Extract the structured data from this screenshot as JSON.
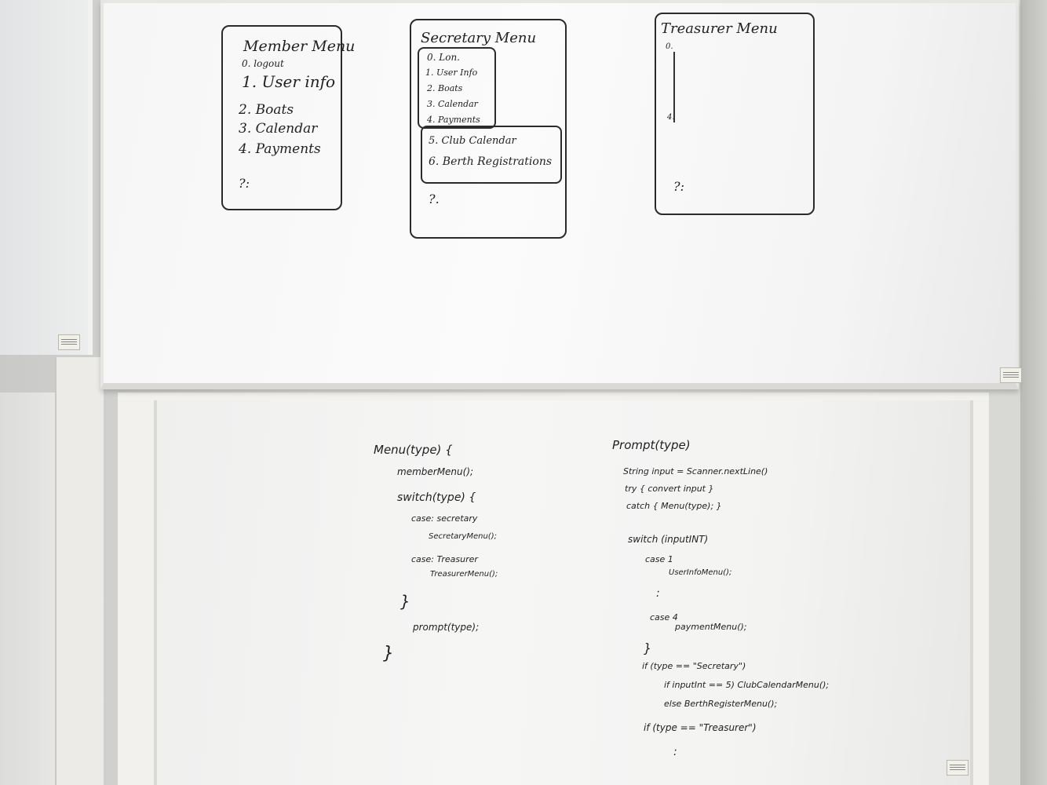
{
  "member_menu": {
    "title": "Member Menu",
    "items": [
      "0. logout",
      "1. User info",
      "2. Boats",
      "3. Calendar",
      "4. Payments"
    ],
    "prompt": "?:"
  },
  "secretary_menu": {
    "title": "Secretary Menu",
    "group1": [
      "0. Lon.",
      "1. User Info",
      "2. Boats",
      "3. Calendar",
      "4. Payments"
    ],
    "group2": [
      "5. Club Calendar",
      "6. Berth Registrations"
    ],
    "prompt": "?."
  },
  "treasurer_menu": {
    "title": "Treasurer Menu",
    "start": "0.",
    "end": "4.",
    "prompt": "?:"
  },
  "menu_code": [
    "Menu(type) {",
    "memberMenu();",
    "switch(type) {",
    "case: secretary",
    "SecretaryMenu();",
    "case: Treasurer",
    "TreasurerMenu();",
    "}",
    "prompt(type);",
    "}"
  ],
  "prompt_code": [
    "Prompt(type)",
    "String input = Scanner.nextLine()",
    "try { convert input }",
    "catch { Menu(type); }",
    "switch (inputINT)",
    "case 1",
    "UserInfoMenu();",
    ":",
    "case 4",
    "paymentMenu();",
    "}",
    "if (type == \"Secretary\")",
    "if inputInt == 5)   ClubCalendarMenu();",
    "else BerthRegisterMenu();",
    "if (type == \"Treasurer\")",
    ":"
  ]
}
